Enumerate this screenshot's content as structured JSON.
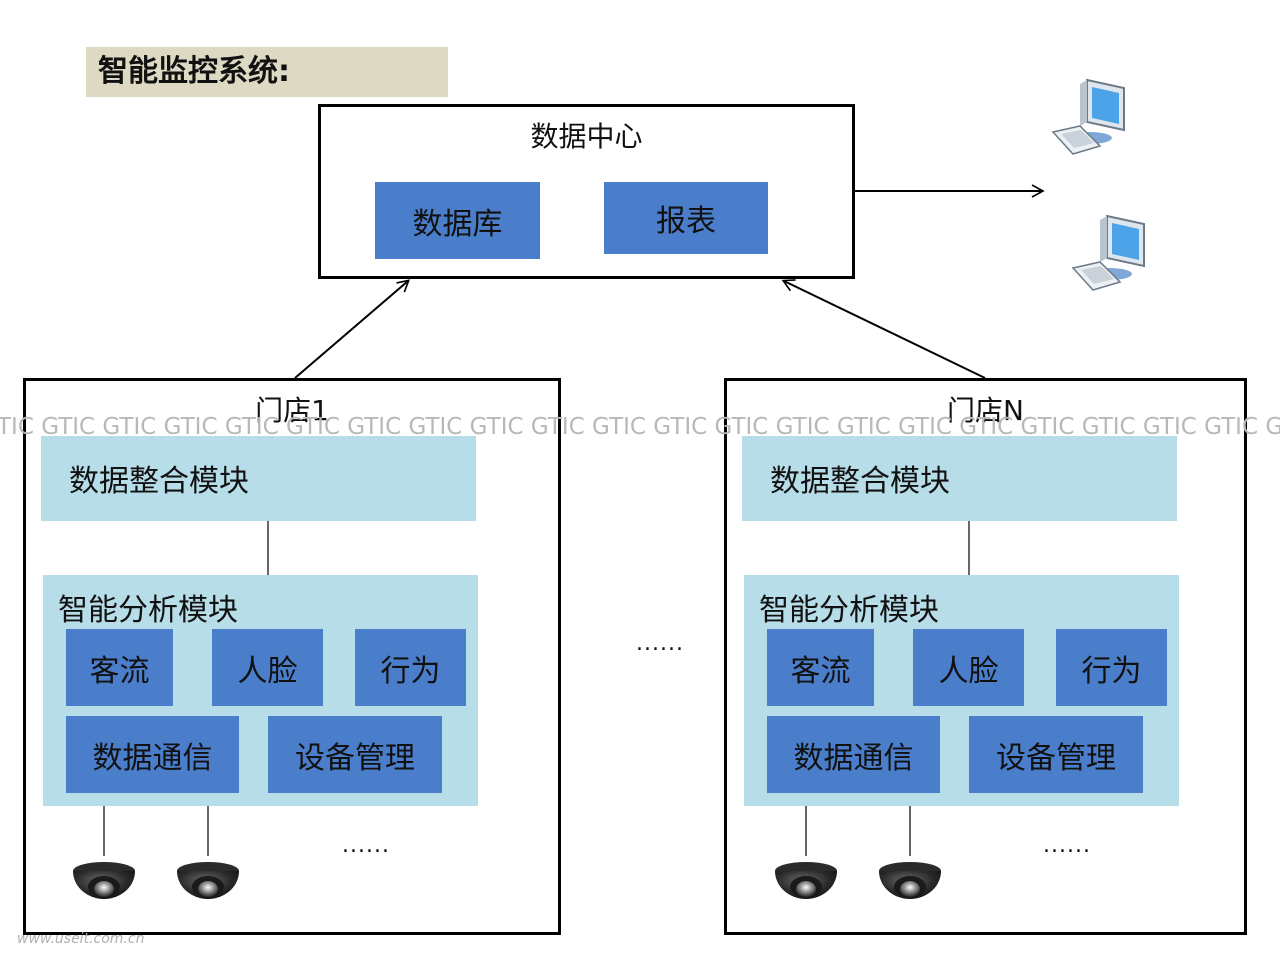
{
  "title": "智能监控系统:",
  "data_center": {
    "title": "数据中心",
    "database_label": "数据库",
    "report_label": "报表"
  },
  "stores": [
    {
      "title": "门店1",
      "integration_module": "数据整合模块",
      "analysis_module": "智能分析模块",
      "modules": [
        "客流",
        "人脸",
        "行为",
        "数据通信",
        "设备管理"
      ],
      "more_cameras": "......"
    },
    {
      "title": "门店N",
      "integration_module": "数据整合模块",
      "analysis_module": "智能分析模块",
      "modules": [
        "客流",
        "人脸",
        "行为",
        "数据通信",
        "设备管理"
      ],
      "more_cameras": "......"
    }
  ],
  "middle_ellipsis": "......",
  "watermark": "GTIC",
  "footer_watermark": "www.useit.com.cn",
  "colors": {
    "title_bg": "#ddd9c3",
    "module_blue": "#4a7ecb",
    "panel_light": "#b7dde8"
  }
}
